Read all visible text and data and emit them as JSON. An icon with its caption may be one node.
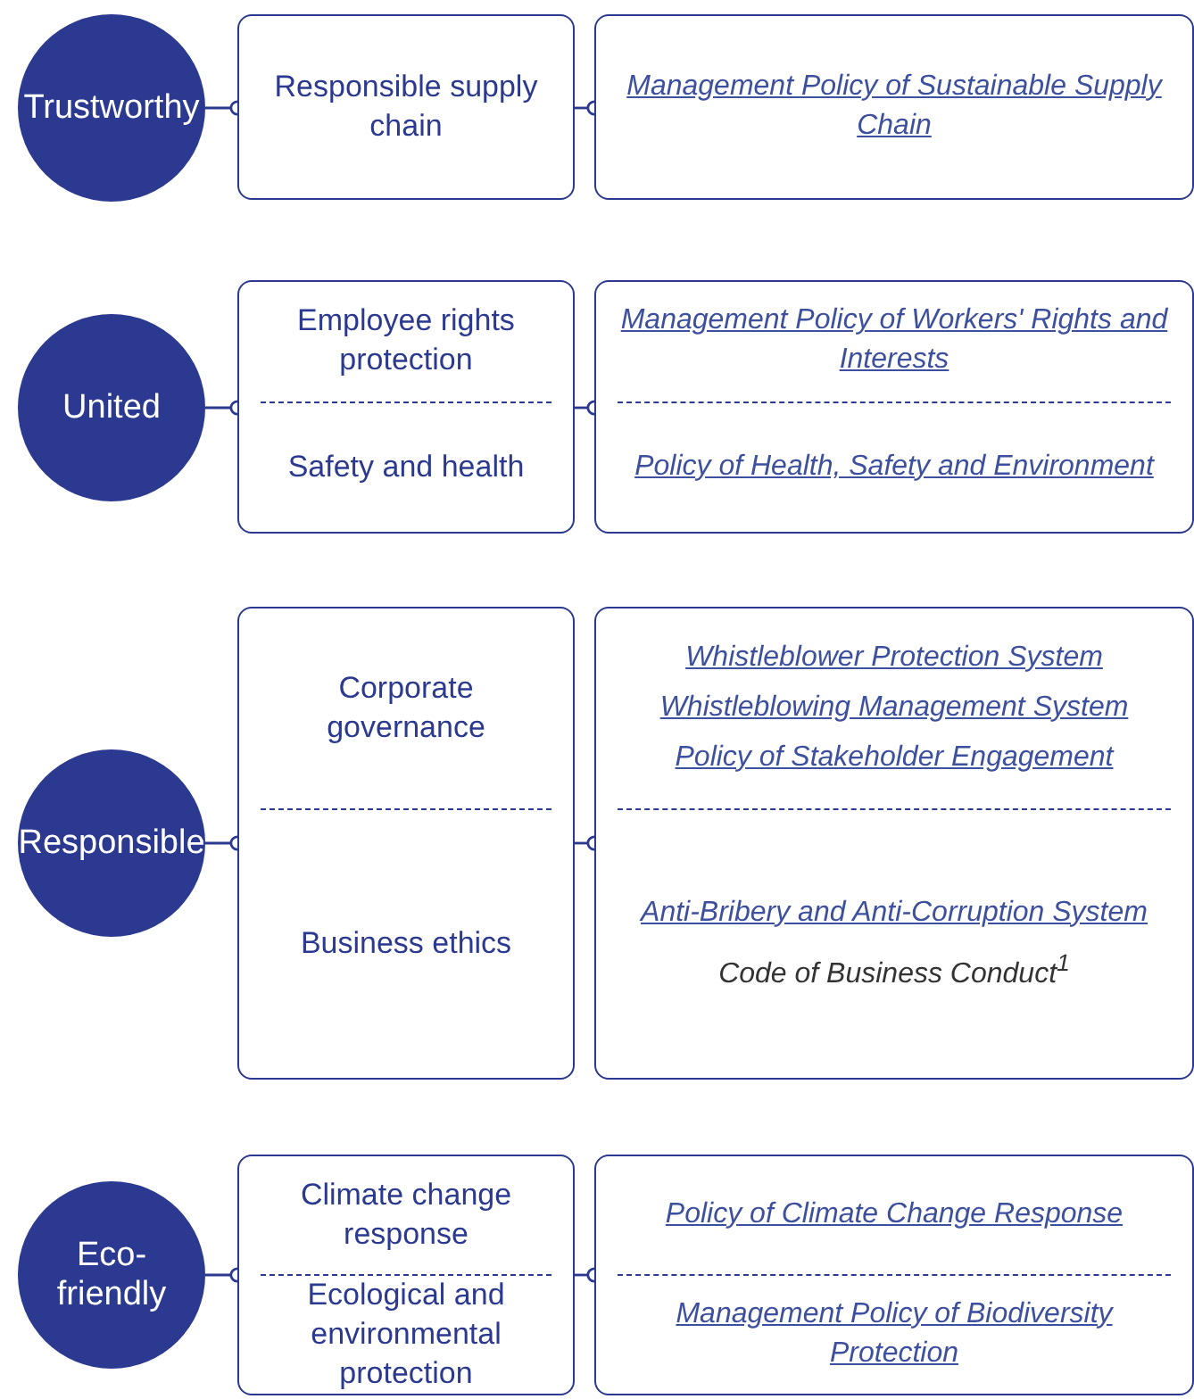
{
  "diagram": {
    "nodes": [
      {
        "text": [
          "Trustworthy"
        ]
      },
      {
        "text": [
          "Responsible supply chain"
        ]
      },
      {
        "text": [
          "Management Policy of Sustainable Supply Chain"
        ]
      },
      {
        "text": [
          "United"
        ]
      },
      {
        "text": [
          "Employee rights protection",
          "Safety and health"
        ]
      },
      {
        "text": [
          "Management Policy of Workers' Rights and Interests",
          "Policy of Health, Safety and Environment"
        ]
      },
      {
        "text": [
          "Responsible"
        ]
      },
      {
        "text": [
          "Corporate governance",
          "Business ethics"
        ]
      },
      {
        "text": [
          "Whistleblower Protection System",
          "Whistleblowing Management System",
          "Policy of Stakeholder Engagement",
          "Anti-Bribery and Anti-Corruption System",
          "Code of Business Conduct$^{1}$"
        ]
      },
      {
        "text": [
          "Eco-friendly"
        ]
      },
      {
        "text": [
          "Climate change response",
          "Ecological and environmental protection"
        ]
      },
      {
        "text": [
          "Policy of Climate Change Response",
          "Management Policy of Biodiversity Protection"
        ]
      }
    ],
    "edges": [
      {
        "from": 0,
        "to": 1,
        "arrow": "other"
      },
      {
        "from": 1,
        "to": 2,
        "arrow": "other"
      },
      {
        "from": 3,
        "to": 4,
        "arrow": "other"
      },
      {
        "from": 4,
        "to": 5,
        "arrow": "other"
      },
      {
        "from": 6,
        "to": 7,
        "arrow": "other"
      },
      {
        "from": 7,
        "to": 8,
        "arrow": "other"
      },
      {
        "from": 9,
        "to": 10,
        "arrow": "other"
      },
      {
        "from": 10,
        "to": 11,
        "arrow": "other"
      }
    ]
  }
}
